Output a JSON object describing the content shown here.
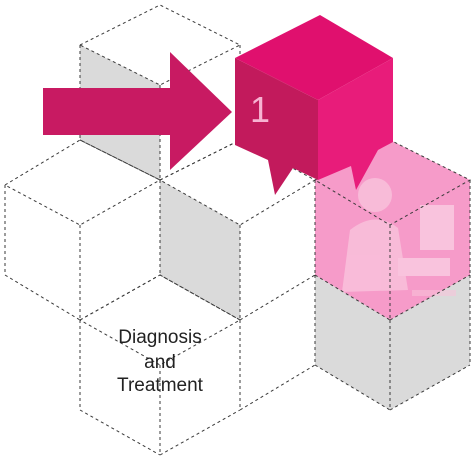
{
  "step_number": "1",
  "label_lines": [
    "Diagnosis",
    "and",
    "Treatment"
  ],
  "colors": {
    "accent": "#e0106e",
    "accent_dark": "#c21a5c",
    "arrow": "#c81a62",
    "grey_face": "#dadada",
    "photo_tint": "#f58ac0",
    "dash_line": "#3a3a3a"
  },
  "icons": {
    "arrow": "arrow-right-icon",
    "photo": "person-at-computer-photo"
  }
}
